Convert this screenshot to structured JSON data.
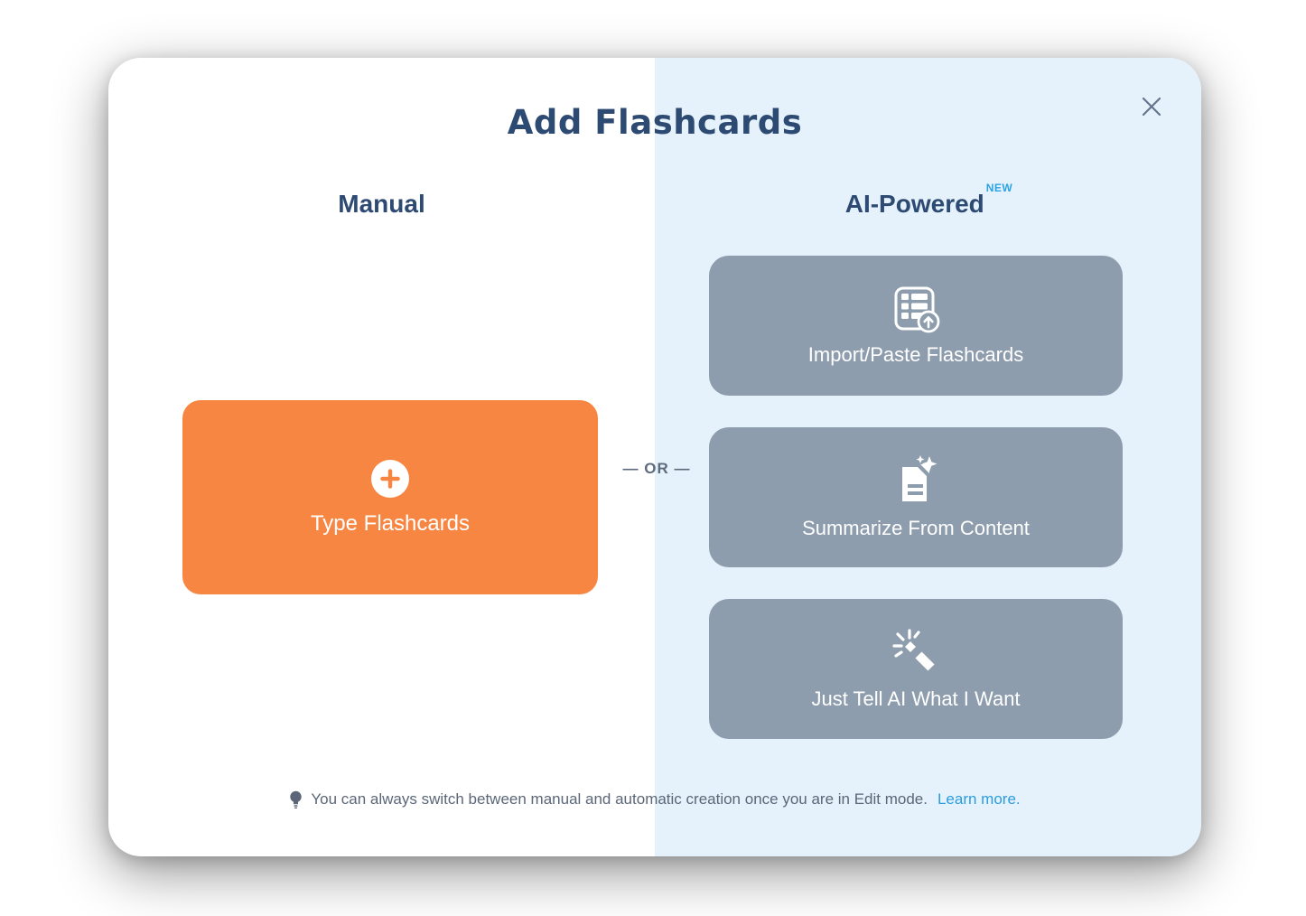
{
  "modal": {
    "title": "Add Flashcards",
    "or_divider": "— OR —"
  },
  "manual_section": {
    "heading": "Manual",
    "type_button": {
      "label": "Type Flashcards",
      "icon": "plus-circle-icon"
    }
  },
  "ai_section": {
    "heading": "AI-Powered",
    "badge": "NEW",
    "buttons": [
      {
        "label": "Import/Paste Flashcards",
        "icon": "table-import-icon"
      },
      {
        "label": "Summarize From Content",
        "icon": "document-sparkle-icon"
      },
      {
        "label": "Just Tell AI What I Want",
        "icon": "magic-wand-icon"
      }
    ]
  },
  "footer": {
    "tip_text": "You can always switch between manual and automatic creation once you are in Edit mode.",
    "link_text": "Learn more."
  },
  "colors": {
    "accent_orange": "#f78642",
    "button_gray": "#8e9dad",
    "panel_blue": "#e6f2fb",
    "heading_navy": "#2d4a73",
    "badge_blue": "#29a3e3",
    "link_blue": "#2b9ddf",
    "tip_gray": "#5b6779",
    "or_gray": "#5d6b7d",
    "close_gray": "#64748b"
  }
}
